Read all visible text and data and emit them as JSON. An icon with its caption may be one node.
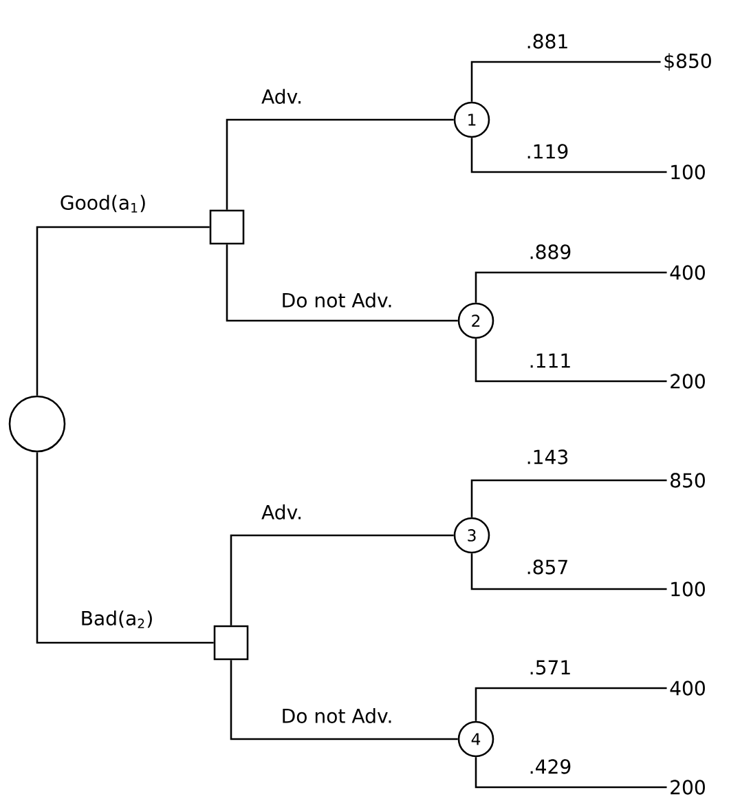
{
  "diagram": {
    "nodes": [
      {
        "text": [],
        "shape": "circle"
      },
      {
        "text": [],
        "shape": "box"
      },
      {
        "text": [],
        "shape": "box"
      },
      {
        "text": [
          "1"
        ]
      },
      {
        "text": [
          "2"
        ]
      },
      {
        "text": [
          "3"
        ]
      },
      {
        "text": [
          "4"
        ]
      },
      {
        "text": [
          "$850"
        ]
      },
      {
        "text": [
          "100"
        ]
      },
      {
        "text": [
          "400"
        ]
      },
      {
        "text": [
          "200"
        ]
      },
      {
        "text": [
          "850"
        ]
      },
      {
        "text": [
          "100"
        ]
      },
      {
        "text": [
          "400"
        ]
      },
      {
        "text": [
          "200"
        ]
      }
    ],
    "edges": [
      {
        "from": 0,
        "to": 1,
        "arrow": "none",
        "label": "Good(a$_{1}$)"
      },
      {
        "from": 0,
        "to": 2,
        "arrow": "none",
        "label": "Bad(a$_{2}$)"
      },
      {
        "from": 1,
        "to": 3,
        "arrow": "none",
        "label": "Adv."
      },
      {
        "from": 1,
        "to": 4,
        "arrow": "none",
        "label": "Do not Adv."
      },
      {
        "from": 2,
        "to": 5,
        "arrow": "none",
        "label": "Adv."
      },
      {
        "from": 2,
        "to": 6,
        "arrow": "none",
        "label": "Do not Adv."
      },
      {
        "from": 3,
        "to": 7,
        "arrow": "none",
        "label": ".881"
      },
      {
        "from": 3,
        "to": 8,
        "arrow": "none",
        "label": ".119"
      },
      {
        "from": 4,
        "to": 9,
        "arrow": "none",
        "label": ".889"
      },
      {
        "from": 4,
        "to": 10,
        "arrow": "none",
        "label": ".111"
      },
      {
        "from": 5,
        "to": 11,
        "arrow": "none",
        "label": ".143"
      },
      {
        "from": 5,
        "to": 12,
        "arrow": "none",
        "label": ".857"
      },
      {
        "from": 6,
        "to": 13,
        "arrow": "none",
        "label": ".571"
      },
      {
        "from": 6,
        "to": 14,
        "arrow": "none",
        "label": ".429"
      }
    ]
  }
}
